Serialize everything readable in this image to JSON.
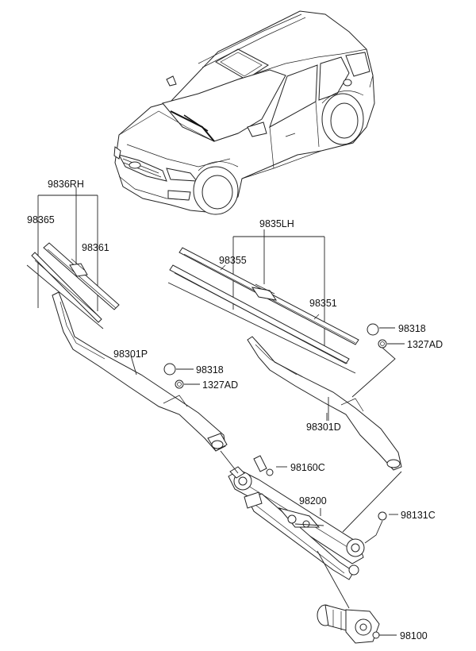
{
  "labels": {
    "p9836rh": "9836RH",
    "p98365": "98365",
    "p98361": "98361",
    "p98301p": "98301P",
    "p98318a": "98318",
    "p1327ada": "1327AD",
    "p9835lh": "9835LH",
    "p98355": "98355",
    "p98351": "98351",
    "p98318b": "98318",
    "p1327adb": "1327AD",
    "p98301d": "98301D",
    "p98160c": "98160C",
    "p98200": "98200",
    "p98131c": "98131C",
    "p98100": "98100"
  }
}
